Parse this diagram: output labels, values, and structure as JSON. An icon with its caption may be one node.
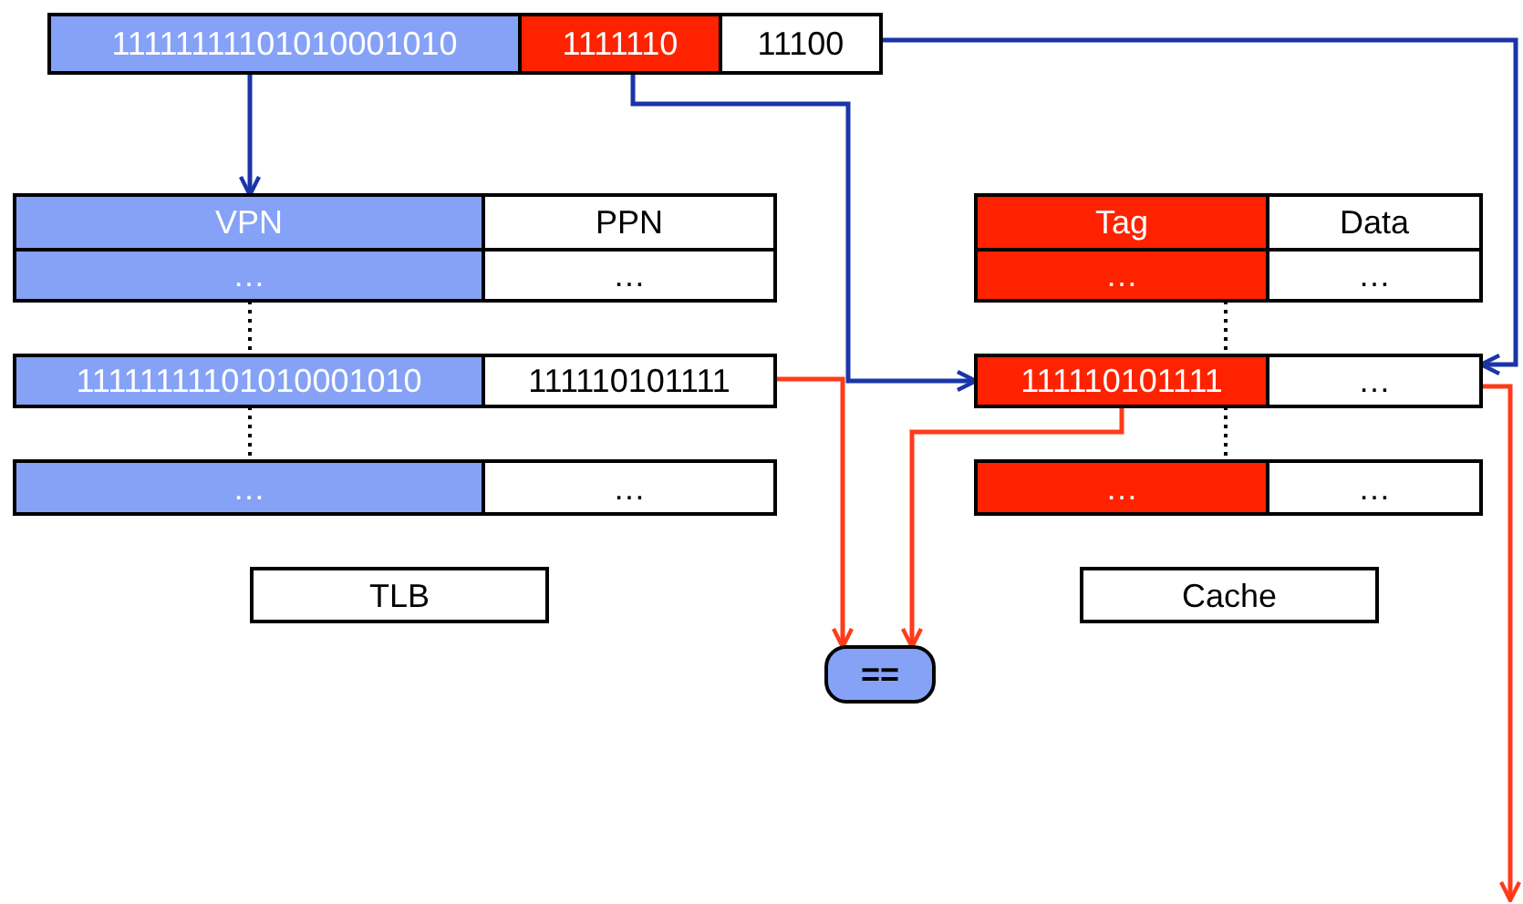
{
  "diagram": {
    "nodes": [
      {
        "text": [
          "11111111101010001010"
        ]
      },
      {
        "text": [
          "1111110"
        ]
      },
      {
        "text": [
          "11100"
        ]
      },
      {
        "text": [
          "VPN"
        ]
      },
      {
        "text": [
          "PPN"
        ]
      },
      {
        "text": [
          "…"
        ]
      },
      {
        "text": [
          "…"
        ]
      },
      {
        "text": [
          "11111111101010001010"
        ]
      },
      {
        "text": [
          "111110101111"
        ]
      },
      {
        "text": [
          "…"
        ]
      },
      {
        "text": [
          "…"
        ]
      },
      {
        "text": [
          "TLB"
        ]
      },
      {
        "text": [
          "Tag"
        ]
      },
      {
        "text": [
          "Data"
        ]
      },
      {
        "text": [
          "…"
        ]
      },
      {
        "text": [
          "…"
        ]
      },
      {
        "text": [
          "111110101111"
        ]
      },
      {
        "text": [
          "…"
        ]
      },
      {
        "text": [
          "…"
        ]
      },
      {
        "text": [
          "…"
        ]
      },
      {
        "text": [
          "Cache"
        ]
      },
      {
        "text": [
          "=="
        ]
      }
    ],
    "edges": [
      {
        "from": 0,
        "to": 3,
        "arrow": "to",
        "color": "#1a35a8"
      },
      {
        "from": 1,
        "to": 16,
        "arrow": "to",
        "color": "#1a35a8"
      },
      {
        "from": 2,
        "to": 17,
        "arrow": "to",
        "color": "#1a35a8"
      },
      {
        "from": 8,
        "to": 21,
        "arrow": "to",
        "color": "#ff3b1a"
      },
      {
        "from": 16,
        "to": 21,
        "arrow": "to",
        "color": "#ff3b1a"
      },
      {
        "from": 17,
        "to": null,
        "arrow": "to",
        "color": "#ff3b1a"
      },
      {
        "from": 5,
        "to": 7,
        "arrow": "none",
        "style": "dashed",
        "color": "#000000"
      },
      {
        "from": 7,
        "to": 9,
        "arrow": "none",
        "style": "dashed",
        "color": "#000000"
      },
      {
        "from": 14,
        "to": 16,
        "arrow": "none",
        "style": "dashed",
        "color": "#000000"
      },
      {
        "from": 16,
        "to": 18,
        "arrow": "none",
        "style": "dashed",
        "color": "#000000"
      }
    ]
  }
}
